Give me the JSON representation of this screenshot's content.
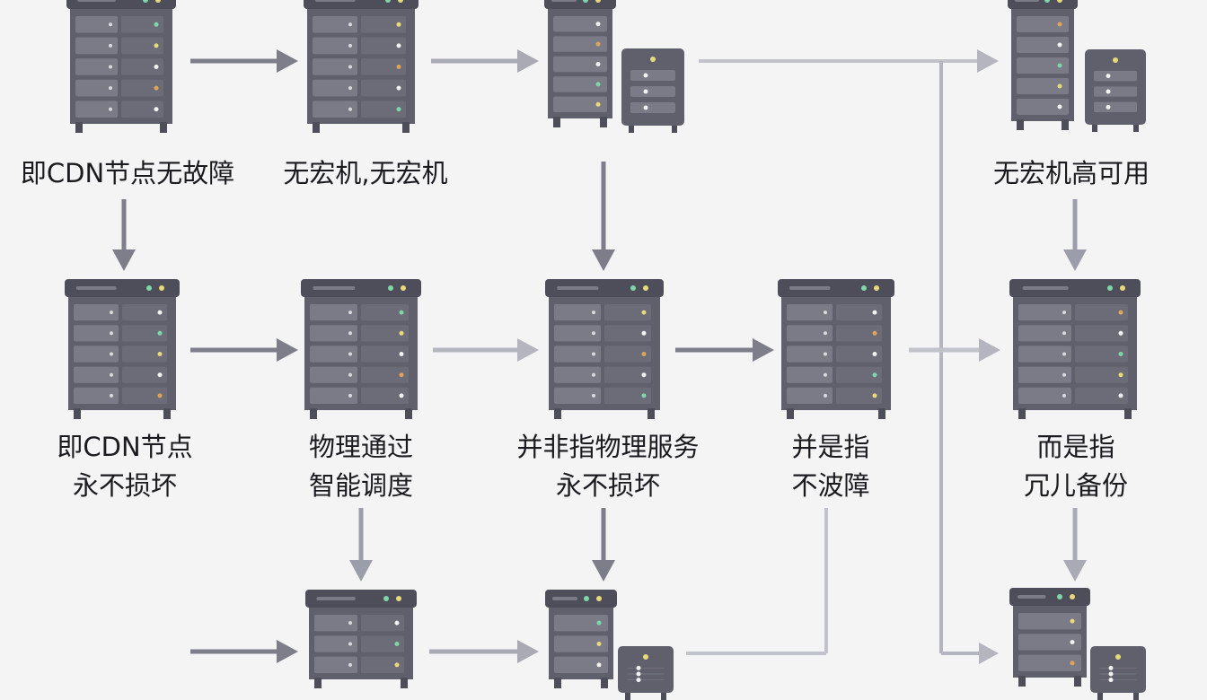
{
  "labels": {
    "r1c1": "即CDN节点无故障",
    "r1c2": "无宏机,无宏机",
    "r1c5": "无宏机高可用",
    "r2c1": [
      "即CDN节点",
      "永不损坏"
    ],
    "r2c2": [
      "物理通过",
      "智能调度"
    ],
    "r2c3": [
      "并非指物理服务",
      "永不损坏"
    ],
    "r2c4": [
      "并是指",
      "不波障"
    ],
    "r2c5": [
      "而是指",
      "冗儿备份"
    ]
  },
  "colors": {
    "background": "#f4f4f5",
    "server_body": "#5f606b",
    "server_top": "#4d4e59",
    "server_bay": "#7a7b86",
    "server_bay_dark": "#6b6c77",
    "led_green": "#7fd6a8",
    "led_yellow": "#e8d97a",
    "led_orange": "#e0a35a",
    "led_white": "#f2f2f2",
    "arrow_dark": "#7d7e8a",
    "arrow_light": "#b4b5bf",
    "text": "#1b1b1f"
  },
  "icons": [
    "server-rack-icon",
    "server-small-icon",
    "arrow-right-icon",
    "arrow-down-icon"
  ]
}
